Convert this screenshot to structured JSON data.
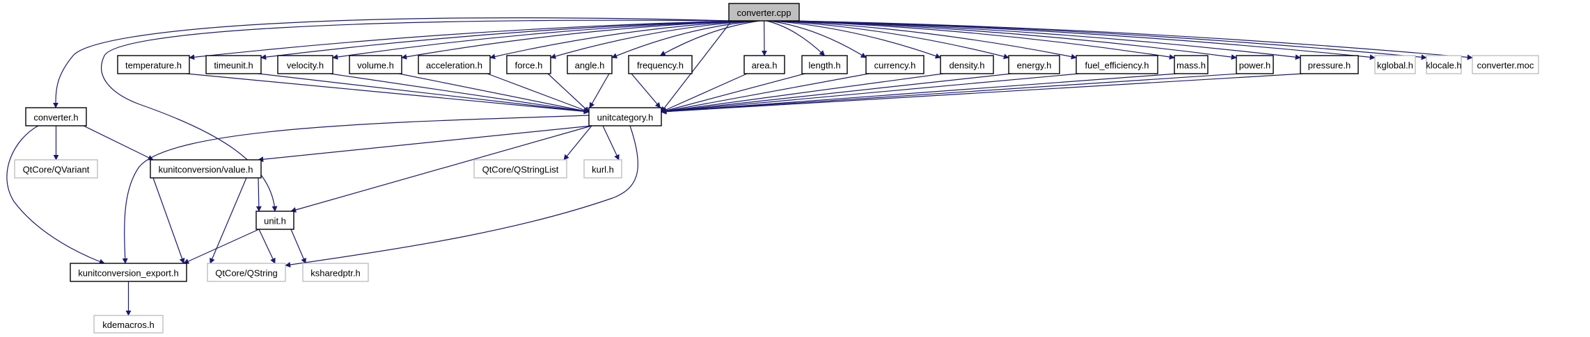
{
  "title": "converter.cpp include dependency graph",
  "colors": {
    "edge": "#191970",
    "root_fill": "#bfbfbf",
    "documented_border": "#000000",
    "external_border": "#bfbfbf",
    "node_fill": "#ffffff"
  },
  "nodes": [
    {
      "id": "converter_cpp",
      "label": "converter.cpp",
      "kind": "root"
    },
    {
      "id": "converter_h",
      "label": "converter.h",
      "kind": "documented"
    },
    {
      "id": "temperature_h",
      "label": "temperature.h",
      "kind": "documented"
    },
    {
      "id": "timeunit_h",
      "label": "timeunit.h",
      "kind": "documented"
    },
    {
      "id": "velocity_h",
      "label": "velocity.h",
      "kind": "documented"
    },
    {
      "id": "volume_h",
      "label": "volume.h",
      "kind": "documented"
    },
    {
      "id": "acceleration_h",
      "label": "acceleration.h",
      "kind": "documented"
    },
    {
      "id": "force_h",
      "label": "force.h",
      "kind": "documented"
    },
    {
      "id": "angle_h",
      "label": "angle.h",
      "kind": "documented"
    },
    {
      "id": "frequency_h",
      "label": "frequency.h",
      "kind": "documented"
    },
    {
      "id": "area_h",
      "label": "area.h",
      "kind": "documented"
    },
    {
      "id": "length_h",
      "label": "length.h",
      "kind": "documented"
    },
    {
      "id": "currency_h",
      "label": "currency.h",
      "kind": "documented"
    },
    {
      "id": "density_h",
      "label": "density.h",
      "kind": "documented"
    },
    {
      "id": "energy_h",
      "label": "energy.h",
      "kind": "documented"
    },
    {
      "id": "fuel_efficiency_h",
      "label": "fuel_efficiency.h",
      "kind": "documented"
    },
    {
      "id": "mass_h",
      "label": "mass.h",
      "kind": "documented"
    },
    {
      "id": "power_h",
      "label": "power.h",
      "kind": "documented"
    },
    {
      "id": "pressure_h",
      "label": "pressure.h",
      "kind": "documented"
    },
    {
      "id": "kglobal_h",
      "label": "kglobal.h",
      "kind": "external"
    },
    {
      "id": "klocale_h",
      "label": "klocale.h",
      "kind": "external"
    },
    {
      "id": "converter_moc",
      "label": "converter.moc",
      "kind": "external"
    },
    {
      "id": "unitcategory_h",
      "label": "unitcategory.h",
      "kind": "documented"
    },
    {
      "id": "qvariant",
      "label": "QtCore/QVariant",
      "kind": "external"
    },
    {
      "id": "value_h",
      "label": "kunitconversion/value.h",
      "kind": "documented"
    },
    {
      "id": "qstringlist",
      "label": "QtCore/QStringList",
      "kind": "external"
    },
    {
      "id": "kurl_h",
      "label": "kurl.h",
      "kind": "external"
    },
    {
      "id": "unit_h",
      "label": "unit.h",
      "kind": "documented"
    },
    {
      "id": "export_h",
      "label": "kunitconversion_export.h",
      "kind": "documented"
    },
    {
      "id": "qstring",
      "label": "QtCore/QString",
      "kind": "external"
    },
    {
      "id": "ksharedptr_h",
      "label": "ksharedptr.h",
      "kind": "external"
    },
    {
      "id": "kdemacros_h",
      "label": "kdemacros.h",
      "kind": "external"
    }
  ],
  "edges": [
    [
      "converter_cpp",
      "converter_h"
    ],
    [
      "converter_cpp",
      "unit_h"
    ],
    [
      "converter_cpp",
      "temperature_h"
    ],
    [
      "converter_cpp",
      "timeunit_h"
    ],
    [
      "converter_cpp",
      "velocity_h"
    ],
    [
      "converter_cpp",
      "volume_h"
    ],
    [
      "converter_cpp",
      "acceleration_h"
    ],
    [
      "converter_cpp",
      "force_h"
    ],
    [
      "converter_cpp",
      "angle_h"
    ],
    [
      "converter_cpp",
      "frequency_h"
    ],
    [
      "converter_cpp",
      "unitcategory_h"
    ],
    [
      "converter_cpp",
      "area_h"
    ],
    [
      "converter_cpp",
      "length_h"
    ],
    [
      "converter_cpp",
      "currency_h"
    ],
    [
      "converter_cpp",
      "density_h"
    ],
    [
      "converter_cpp",
      "energy_h"
    ],
    [
      "converter_cpp",
      "fuel_efficiency_h"
    ],
    [
      "converter_cpp",
      "mass_h"
    ],
    [
      "converter_cpp",
      "power_h"
    ],
    [
      "converter_cpp",
      "pressure_h"
    ],
    [
      "converter_cpp",
      "kglobal_h"
    ],
    [
      "converter_cpp",
      "klocale_h"
    ],
    [
      "converter_cpp",
      "converter_moc"
    ],
    [
      "temperature_h",
      "unitcategory_h"
    ],
    [
      "timeunit_h",
      "unitcategory_h"
    ],
    [
      "velocity_h",
      "unitcategory_h"
    ],
    [
      "volume_h",
      "unitcategory_h"
    ],
    [
      "acceleration_h",
      "unitcategory_h"
    ],
    [
      "force_h",
      "unitcategory_h"
    ],
    [
      "angle_h",
      "unitcategory_h"
    ],
    [
      "frequency_h",
      "unitcategory_h"
    ],
    [
      "area_h",
      "unitcategory_h"
    ],
    [
      "length_h",
      "unitcategory_h"
    ],
    [
      "currency_h",
      "unitcategory_h"
    ],
    [
      "density_h",
      "unitcategory_h"
    ],
    [
      "energy_h",
      "unitcategory_h"
    ],
    [
      "fuel_efficiency_h",
      "unitcategory_h"
    ],
    [
      "mass_h",
      "unitcategory_h"
    ],
    [
      "power_h",
      "unitcategory_h"
    ],
    [
      "pressure_h",
      "unitcategory_h"
    ],
    [
      "converter_h",
      "qvariant"
    ],
    [
      "converter_h",
      "value_h"
    ],
    [
      "converter_h",
      "export_h"
    ],
    [
      "unitcategory_h",
      "value_h"
    ],
    [
      "unitcategory_h",
      "unit_h"
    ],
    [
      "unitcategory_h",
      "qstringlist"
    ],
    [
      "unitcategory_h",
      "kurl_h"
    ],
    [
      "unitcategory_h",
      "export_h"
    ],
    [
      "unitcategory_h",
      "qstring"
    ],
    [
      "value_h",
      "unit_h"
    ],
    [
      "value_h",
      "export_h"
    ],
    [
      "value_h",
      "qstring"
    ],
    [
      "unit_h",
      "export_h"
    ],
    [
      "unit_h",
      "qstring"
    ],
    [
      "unit_h",
      "ksharedptr_h"
    ],
    [
      "export_h",
      "kdemacros_h"
    ]
  ]
}
